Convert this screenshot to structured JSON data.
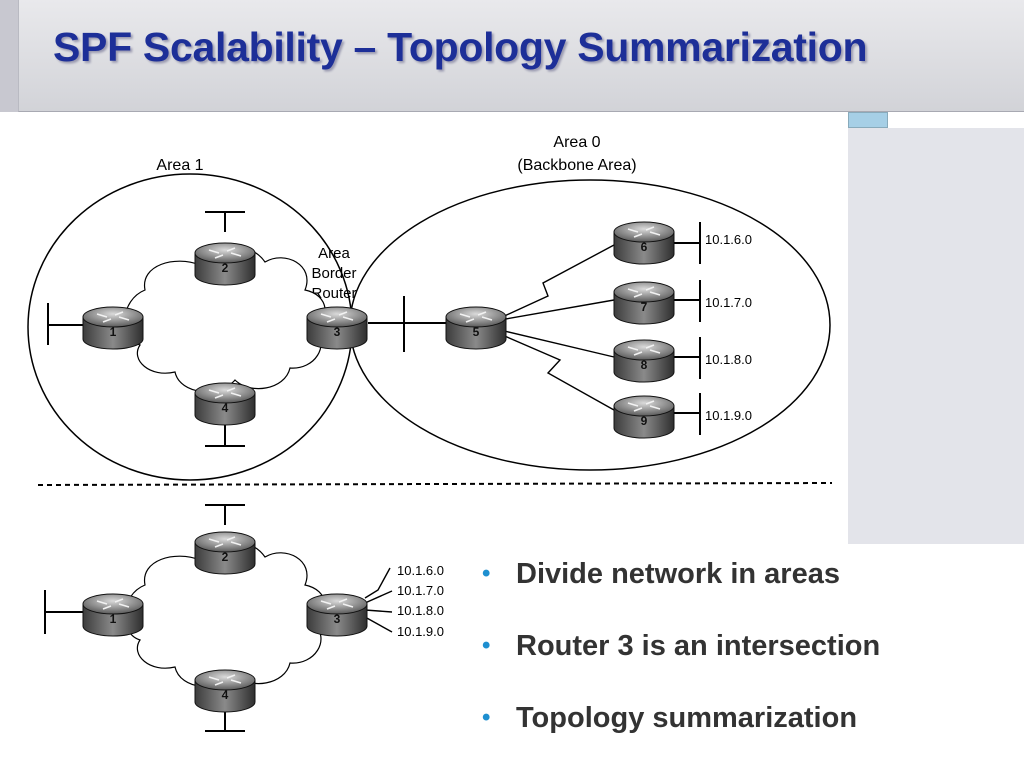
{
  "slide": {
    "title": "SPF Scalability – Topology Summarization"
  },
  "diagram": {
    "area1_label": "Area 1",
    "area0_label": "Area 0",
    "area0_sublabel": "(Backbone Area)",
    "abr_label": [
      "Area",
      "Border",
      "Router"
    ],
    "top_routers": [
      "1",
      "2",
      "3",
      "4",
      "5",
      "6",
      "7",
      "8",
      "9"
    ],
    "top_networks": [
      "10.1.6.0",
      "10.1.7.0",
      "10.1.8.0",
      "10.1.9.0"
    ],
    "bottom_routers": [
      "1",
      "2",
      "3",
      "4"
    ],
    "bottom_networks": [
      "10.1.6.0",
      "10.1.7.0",
      "10.1.8.0",
      "10.1.9.0"
    ]
  },
  "bullets": [
    "Divide network in areas",
    "Router 3 is an intersection",
    "Topology summarization"
  ],
  "colors": {
    "title": "#1d2f98",
    "bullet_marker": "#1e8fd0",
    "bullet_text": "#333333"
  }
}
